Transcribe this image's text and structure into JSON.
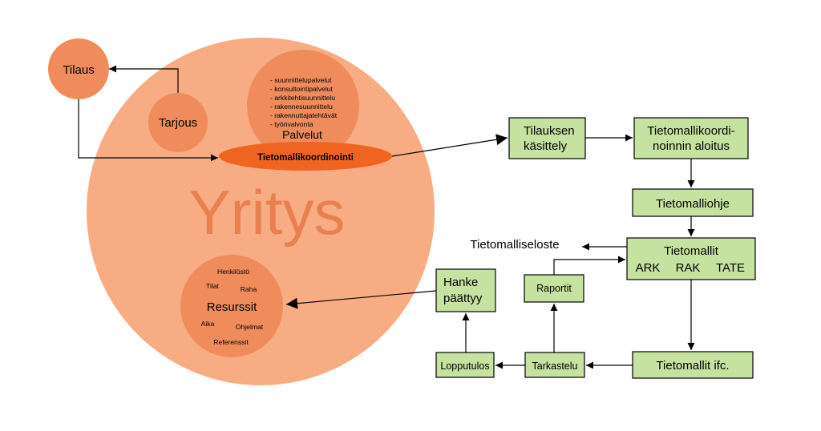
{
  "diagram": {
    "company": "Yritys",
    "order": "Tilaus",
    "offer": "Tarjous",
    "services_title": "Palvelut",
    "services": [
      "- suunnittelupalvelut",
      "- konsultointipalvelut",
      "- arkkitehtisuunnittelu",
      "- rakennesuunnittelu",
      "- rakennuttajatehtävät",
      "- työnvalvonta"
    ],
    "coordination": "Tietomallikoordinointi",
    "resources_title": "Resurssit",
    "resources": {
      "staff": "Henkilöstö",
      "spaces": "Tilat",
      "money": "Raha",
      "time": "Aika",
      "software": "Ohjelmat",
      "references": "Referenssit"
    },
    "steps": {
      "order_processing_1": "Tilauksen",
      "order_processing_2": "käsittely",
      "coord_start_1": "Tietomallikoordi-",
      "coord_start_2": "noinnin aloitus",
      "guide": "Tietomalliohje",
      "models_title": "Tietomallit",
      "models_ark": "ARK",
      "models_rak": "RAK",
      "models_tate": "TATE",
      "description": "Tietomalliseloste",
      "models_ifc": "Tietomallit ifc.",
      "review": "Tarkastelu",
      "reports": "Raportit",
      "result": "Lopputulos",
      "project_end_1": "Hanke",
      "project_end_2": "päättyy"
    }
  },
  "colors": {
    "company_circle": "#f8ac84",
    "inner_circle": "#f08c5c",
    "coordination_ellipse": "#ef6420",
    "step_box": "#c6e2a0",
    "big_word": "#e8814f"
  }
}
